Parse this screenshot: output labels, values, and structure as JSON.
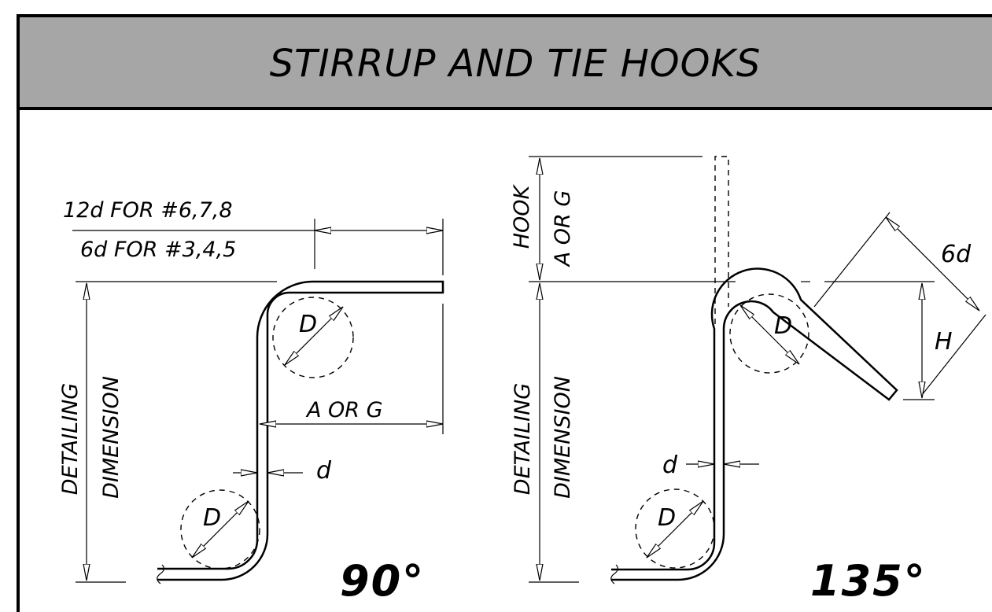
{
  "title": "STIRRUP AND TIE HOOKS",
  "colors": {
    "header_bg": "#a6a6a6",
    "border": "#000000",
    "background": "#ffffff"
  },
  "hook_90": {
    "extension_line_1": "12d FOR #6,7,8",
    "extension_line_2": "6d FOR #3,4,5",
    "bend_diameter": "D",
    "bend_diameter_lower": "D",
    "length_label": "A OR G",
    "bar_diameter": "d",
    "detailing_1": "DETAILING",
    "detailing_2": "DIMENSION",
    "angle": "90°"
  },
  "hook_135": {
    "hook_label_1": "HOOK",
    "hook_label_2": "A OR G",
    "extension": "6d",
    "height": "H",
    "bend_diameter": "D",
    "bend_diameter_lower": "D",
    "bar_diameter": "d",
    "detailing_1": "DETAILING",
    "detailing_2": "DIMENSION",
    "angle": "135°"
  }
}
